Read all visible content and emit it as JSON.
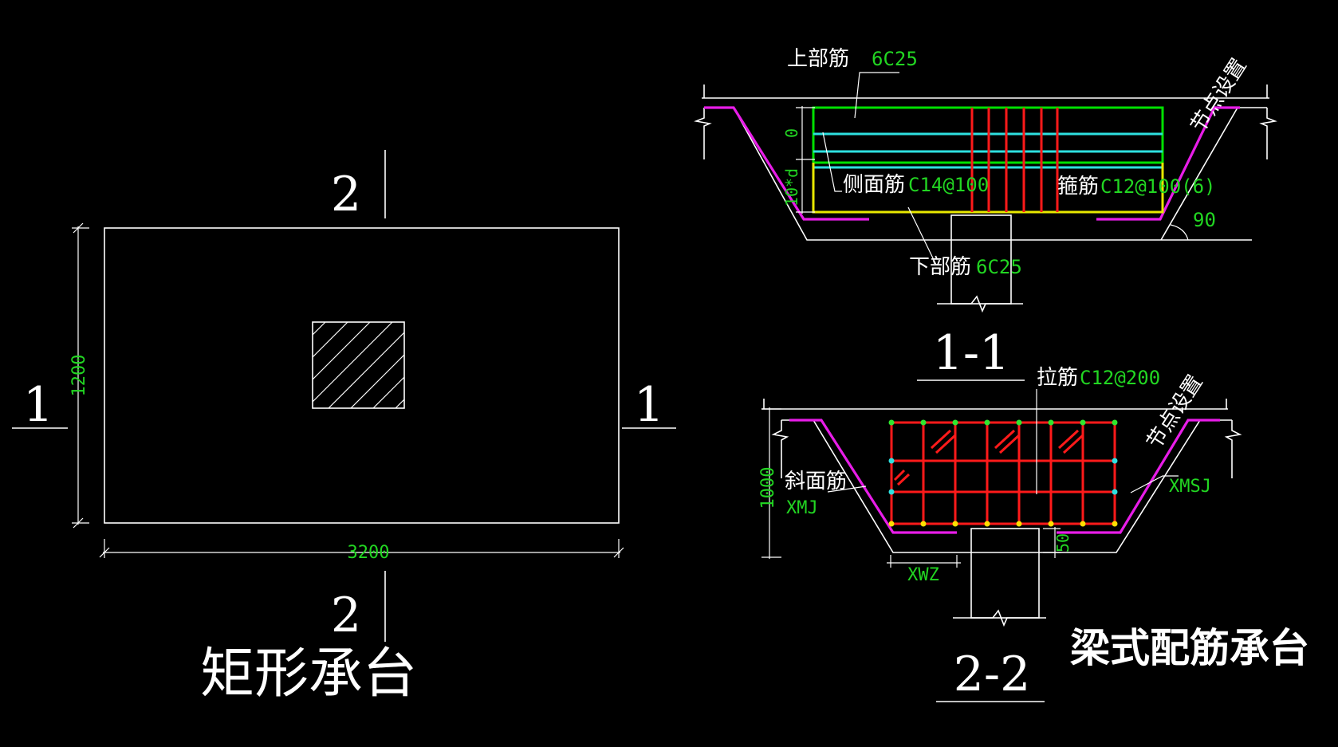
{
  "colors": {
    "background": "#000000",
    "outline": "#ffffff",
    "dimension_text": "#22d622",
    "top_bar": "#00e000",
    "side_bar": "#2ee0e0",
    "bottom_bar": "#e8e800",
    "stirrup": "#ff1a1a",
    "slope_bar": "#e81de8"
  },
  "plan": {
    "title": "矩形承台",
    "width_dim": "3200",
    "height_dim": "1200",
    "section1_left": "1",
    "section1_right": "1",
    "section2_top": "2",
    "section2_bottom": "2"
  },
  "section_11": {
    "title": "1-1",
    "top_bar_label": "上部筋",
    "top_bar_value": "6C25",
    "side_bar_label": "侧面筋",
    "side_bar_value": "C14@100",
    "stirrup_label": "箍筋",
    "stirrup_value": "C12@100(6)",
    "bottom_bar_label": "下部筋",
    "bottom_bar_value": "6C25",
    "node_label": "节点设置",
    "angle_value": "90",
    "dim_top": "0",
    "dim_left": "10*d"
  },
  "section_22": {
    "title": "2-2",
    "tie_label": "拉筋",
    "tie_value": "C12@200",
    "node_label": "节点设置",
    "slope_label": "斜面筋",
    "slope_value": "XMJ",
    "xmsj": "XMSJ",
    "xwz": "XWZ",
    "dim_height": "1000",
    "dim_50": "50"
  },
  "caption": "梁式配筋承台"
}
